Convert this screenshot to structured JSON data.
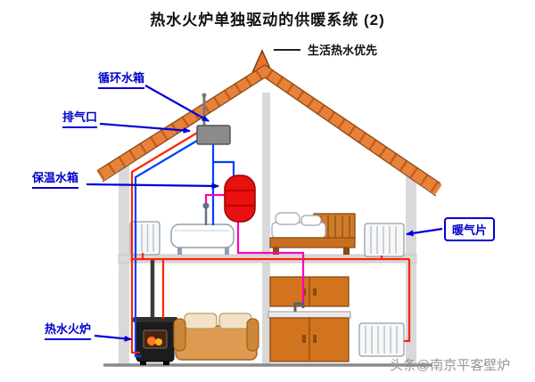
{
  "title": "热水火炉单独驱动的供暖系统 (2)",
  "legend": {
    "text": "生活热水优先"
  },
  "labels": {
    "circulation_tank": "循环水箱",
    "exhaust_vent": "排气口",
    "insulated_tank": "保温水箱",
    "radiator": "暖气片",
    "stove": "热水火炉"
  },
  "watermark": "头条@南京平客壁炉",
  "colors": {
    "label_blue": "#0000cc",
    "roof_orange": "#e8823b",
    "pipe_hot": "#ff2400",
    "pipe_cold": "#0040ff",
    "pipe_domestic_hot": "#ff00bb",
    "tank_red": "#e81010",
    "furniture_orange": "#d2731e",
    "wall_gray": "#d9d9d9"
  }
}
